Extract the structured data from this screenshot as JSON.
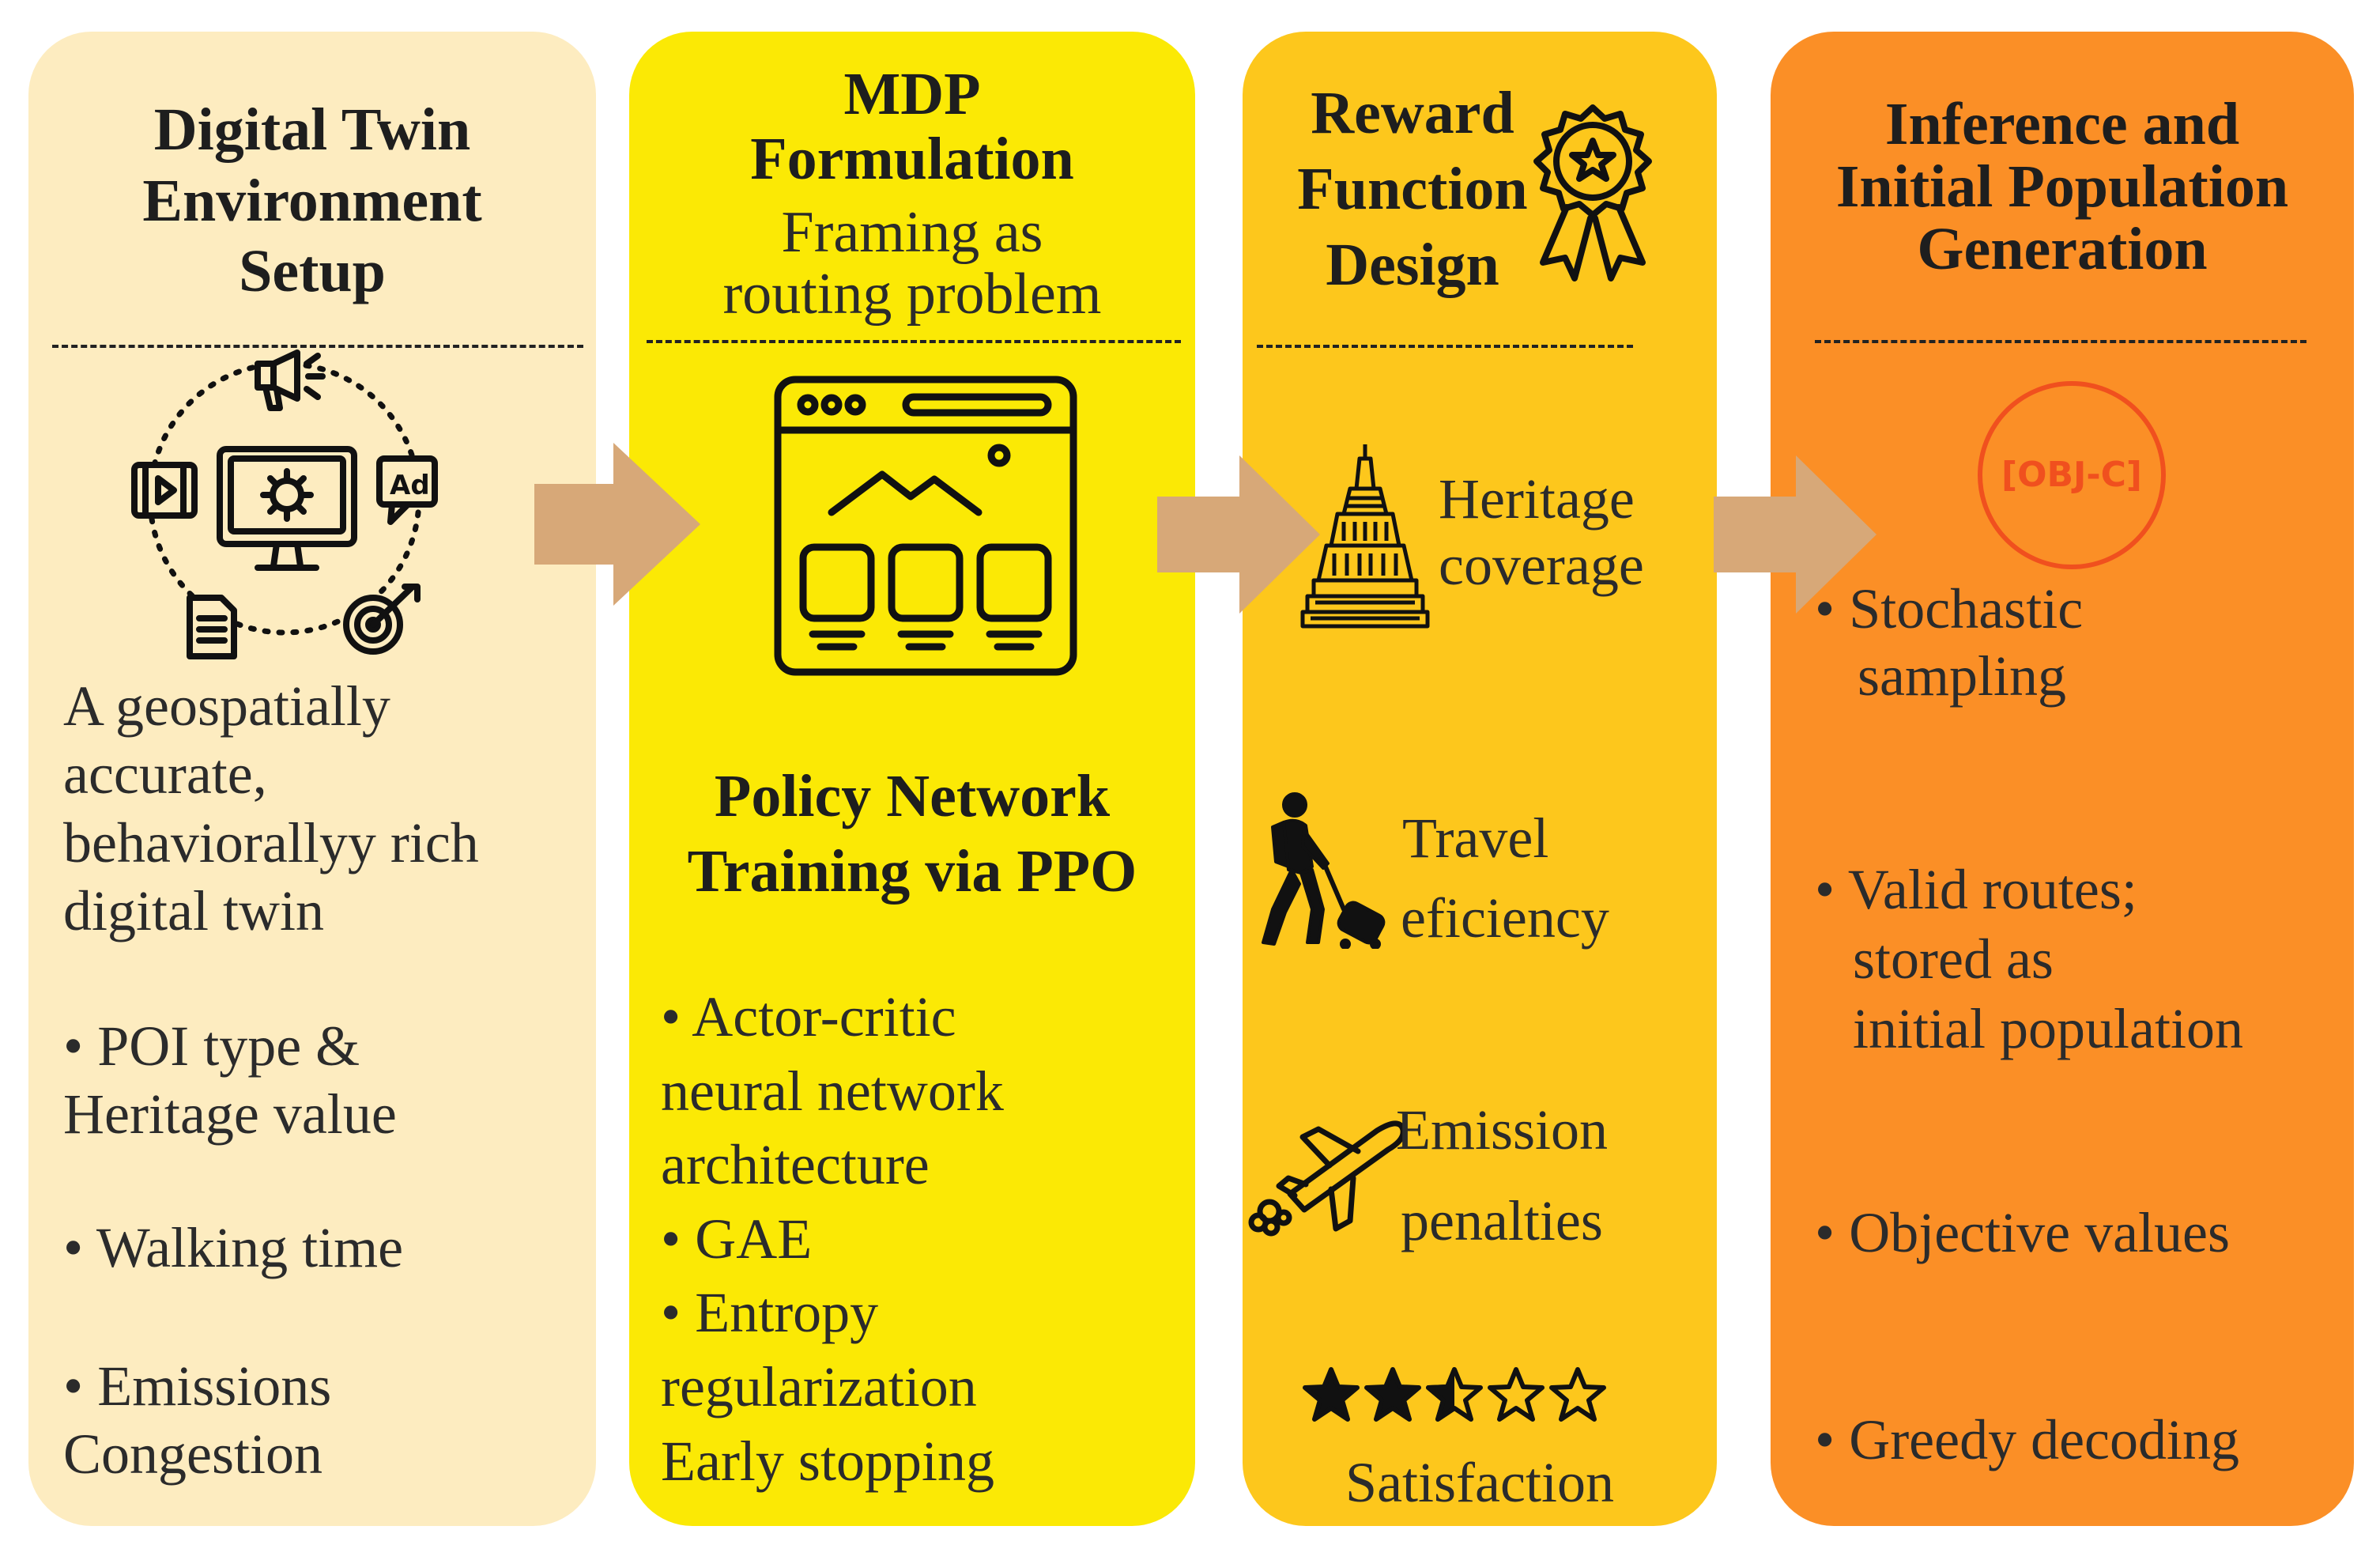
{
  "columns": [
    {
      "title_lines": [
        "Digital Twin",
        "Environment",
        "Setup"
      ],
      "description_lines": [
        "A geospatially",
        "accurate,",
        "behaviorallyy rich",
        "digital twin"
      ],
      "bullets": [
        {
          "lines": [
            "• POI type &",
            "Heritage value"
          ]
        },
        {
          "lines": [
            "• Walking time"
          ]
        },
        {
          "lines": [
            "• Emissions",
            "Congestion"
          ]
        }
      ]
    },
    {
      "title_lines": [
        "MDP",
        "Formulation"
      ],
      "subtitle_lines": [
        "Framing as",
        "routing problem"
      ],
      "section_title_lines": [
        "Policy Network",
        "Training via PPO"
      ],
      "bullet_lines": [
        "• Actor-critic",
        "neural network",
        "architecture",
        "• GAE",
        "• Entropy",
        "regularization",
        "Early stopping"
      ]
    },
    {
      "title_lines": [
        "Reward",
        "Function",
        "Design"
      ],
      "items": [
        {
          "icon": "temple-icon",
          "lines": [
            "Heritage",
            "coverage"
          ]
        },
        {
          "icon": "traveler-icon",
          "lines": [
            "Travel",
            "eficiency"
          ]
        },
        {
          "icon": "airplane-emission-icon",
          "lines": [
            "Emission",
            "penalties"
          ]
        },
        {
          "icon": "stars-rating-icon",
          "lines": [
            "Satisfaction"
          ]
        }
      ]
    },
    {
      "title_lines": [
        "Inference and",
        "Initial Population",
        "Generation"
      ],
      "badge_text": "[OBJ-C]",
      "bullets": [
        {
          "lines": [
            "• Stochastic",
            "sampling"
          ]
        },
        {
          "lines": [
            "• Valid routes;",
            "stored as",
            "initial population"
          ]
        },
        {
          "lines": [
            "• Objective values"
          ]
        },
        {
          "lines": [
            "• Greedy decoding"
          ]
        }
      ]
    }
  ],
  "colors": {
    "panel_1": "#fdecc0",
    "panel_2": "#fbe905",
    "panel_3": "#fdc71c",
    "panel_4": "#fb8f26",
    "arrow": "#d7a878",
    "badge": "#f0501e"
  }
}
